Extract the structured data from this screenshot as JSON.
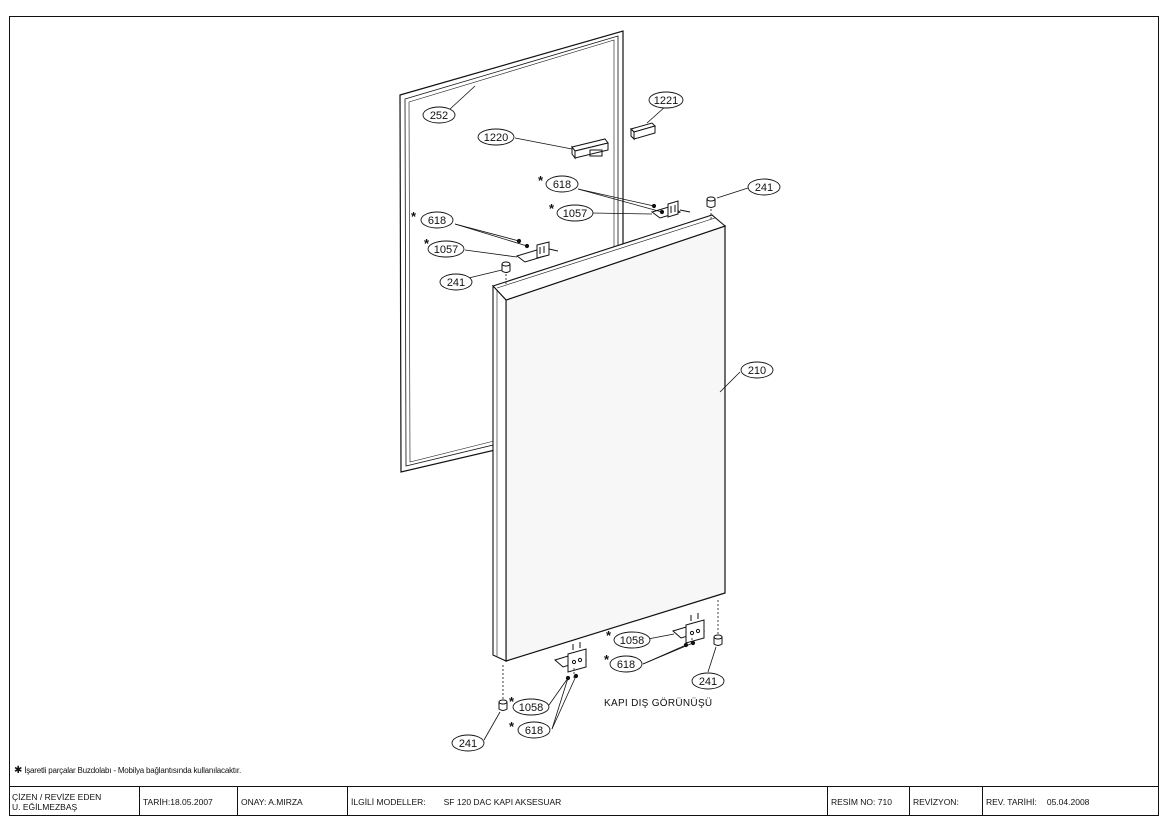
{
  "callouts": {
    "c252": "252",
    "c1221": "1221",
    "c1220": "1220",
    "c618_top": "618",
    "c241_top_right": "241",
    "c1057_top": "1057",
    "c618_mid": "618",
    "c1057_mid": "1057",
    "c241_mid": "241",
    "c210": "210",
    "c1058_right": "1058",
    "c618_lower_right": "618",
    "c241_lower_right": "241",
    "c1058_left": "1058",
    "c618_lower_left": "618",
    "c241_bottom": "241"
  },
  "view_caption": "KAPI  DIŞ GÖRÜNÜŞÜ",
  "note": "İşaretli parçalar Buzdolabı - Mobilya bağlantısında kullanılacaktır.",
  "note_marker": "✱",
  "title_block": {
    "drawn_by_label": "ÇİZEN / REVİZE EDEN",
    "drawn_by": "U. EĞİLMEZBAŞ",
    "date": "TARİH:18.05.2007",
    "approval": "ONAY: A.MIRZA",
    "related_models_label": "İLGİLİ MODELLER:",
    "related_models": "SF 120 DAC KAPI AKSESUAR",
    "drawing_no": "RESİM NO: 710",
    "revision": "REVİZYON:",
    "rev_date_label": "REV. TARİHİ:",
    "rev_date": "05.04.2008"
  },
  "colors": {
    "line": "#111111",
    "door_face": "#f7f7f7",
    "background": "#ffffff"
  }
}
